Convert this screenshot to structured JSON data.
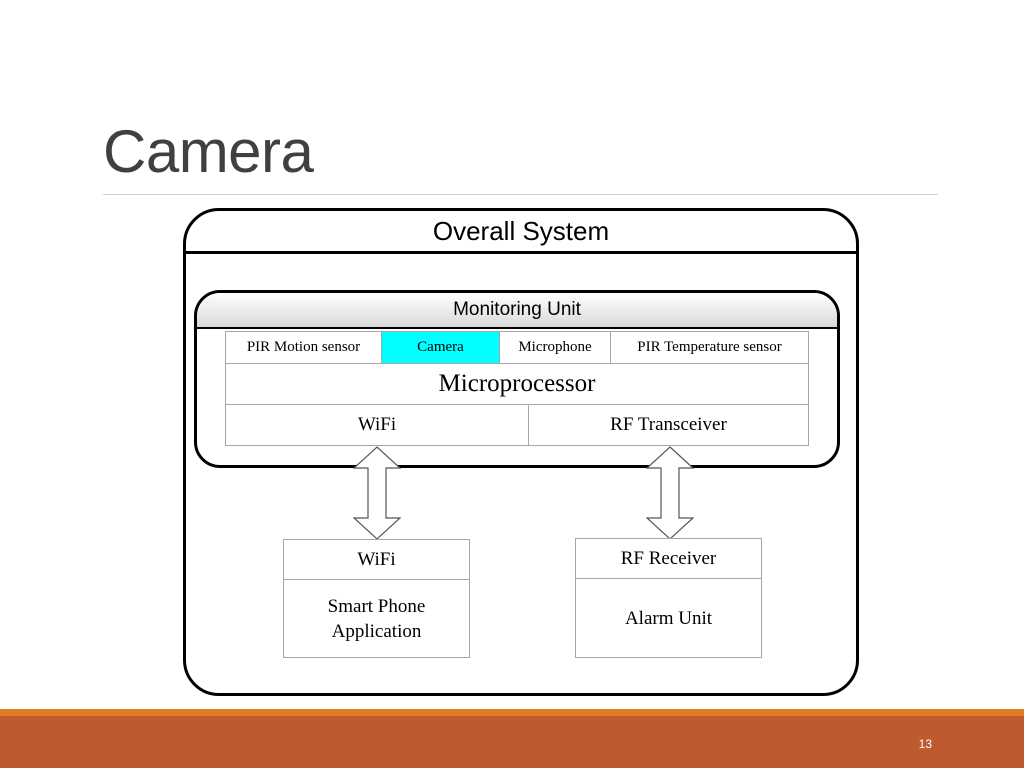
{
  "slide": {
    "title": "Camera",
    "page_number": "13"
  },
  "diagram": {
    "overall_title": "Overall System",
    "monitoring_unit": {
      "title": "Monitoring Unit",
      "sensors": [
        "PIR Motion sensor",
        "Camera",
        "Microphone",
        "PIR Temperature sensor"
      ],
      "highlighted_sensor": "Camera",
      "highlight_color": "#00ffff",
      "processor": "Microprocessor",
      "wifi": "WiFi",
      "rf": "RF Transceiver"
    },
    "phone": {
      "head": "WiFi",
      "body": "Smart Phone\nApplication"
    },
    "alarm": {
      "head": "RF Receiver",
      "body": "Alarm  Unit"
    }
  },
  "colors": {
    "footer_bar": "#bf5a2e",
    "footer_accent": "#e07b24"
  }
}
